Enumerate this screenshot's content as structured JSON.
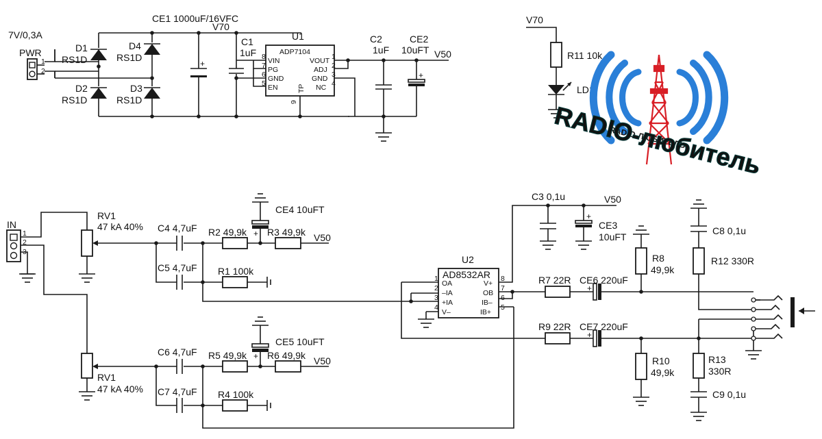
{
  "labels": {
    "pwr_spec": "7V/0,3A",
    "pwr": "PWR",
    "in": "IN",
    "v70_top": "V70",
    "v70_led": "V70",
    "v50_top": "V50",
    "v50_r3": "V50",
    "v50_r6": "V50",
    "v50_c3": "V50"
  },
  "connectors": {
    "pwr_pins": [
      "1",
      "2"
    ],
    "in_pins": [
      "1",
      "2",
      "3"
    ]
  },
  "diodes": {
    "d1": "D1",
    "d1_type": "RS1D",
    "d2": "D2",
    "d2_type": "RS1D",
    "d3": "D3",
    "d3_type": "RS1D",
    "d4": "D4",
    "d4_type": "RS1D"
  },
  "caps": {
    "ce1": "CE1 1000uF/16VFC",
    "c1_ref": "C1",
    "c1_val": "1uF",
    "c2_ref": "C2",
    "c2_val": "1uF",
    "ce2_ref": "CE2",
    "ce2_val": "10uFT",
    "c3": "C3 0,1u",
    "ce3_ref": "CE3",
    "ce3_val": "10uFT",
    "ce4": "CE4 10uFT",
    "ce5": "CE5 10uFT",
    "c4": "C4 4,7uF",
    "c5": "C5 4,7uF",
    "c6": "C6 4,7uF",
    "c7": "C7 4,7uF",
    "ce6": "CE6 220uF",
    "ce7": "CE7 220uF",
    "c8": "C8 0,1u",
    "c9": "C9 0,1u"
  },
  "resistors": {
    "r1": "R1 100k",
    "r2": "R2 49,9k",
    "r3": "R3 49,9k",
    "r4": "R4 100k",
    "r5": "R5 49,9k",
    "r6": "R6 49,9k",
    "r7": "R7 22R",
    "r9": "R9 22R",
    "r8_ref": "R8",
    "r8_val": "49,9k",
    "r10_ref": "R10",
    "r10_val": "49,9k",
    "r11": "R11 10k",
    "r12": "R12 330R",
    "r13_ref": "R13",
    "r13_val": "330R"
  },
  "pots": {
    "rv1_top_ref": "RV1",
    "rv1_top_val": "47 kA 40%",
    "rv1_bot_ref": "RV1",
    "rv1_bot_val": "47 kA 40%"
  },
  "led": {
    "ref": "LD1"
  },
  "u1": {
    "ref": "U1",
    "part": "ADP7104",
    "left_pins": [
      {
        "num": "8",
        "name": "VIN"
      },
      {
        "num": "7",
        "name": "PG"
      },
      {
        "num": "6",
        "name": "GND"
      },
      {
        "num": "5",
        "name": "EN"
      }
    ],
    "right_pins": [
      {
        "num": "1",
        "name": "VOUT"
      },
      {
        "num": "2",
        "name": "ADJ"
      },
      {
        "num": "3",
        "name": "GND"
      },
      {
        "num": "4",
        "name": "NC"
      }
    ],
    "bottom_pin": {
      "num": "9",
      "name": "TP"
    }
  },
  "u2": {
    "ref": "U2",
    "part": "AD8532AR",
    "left_pins": [
      {
        "num": "1",
        "name": "OA"
      },
      {
        "num": "2",
        "name": "–IA"
      },
      {
        "num": "3",
        "name": "+IA"
      },
      {
        "num": "4",
        "name": "V–"
      }
    ],
    "right_pins": [
      {
        "num": "8",
        "name": "V+"
      },
      {
        "num": "7",
        "name": "OB"
      },
      {
        "num": "6",
        "name": "IB–"
      },
      {
        "num": "5",
        "name": "IB+"
      }
    ]
  },
  "logo": {
    "main": "RADIO-любитель",
    "sub": "RADIO-ЛЮБИТЕЛЬ",
    "wave_color": "#2a7fd8",
    "tower_color": "#d81f26",
    "text_color": "#0c5b58"
  }
}
